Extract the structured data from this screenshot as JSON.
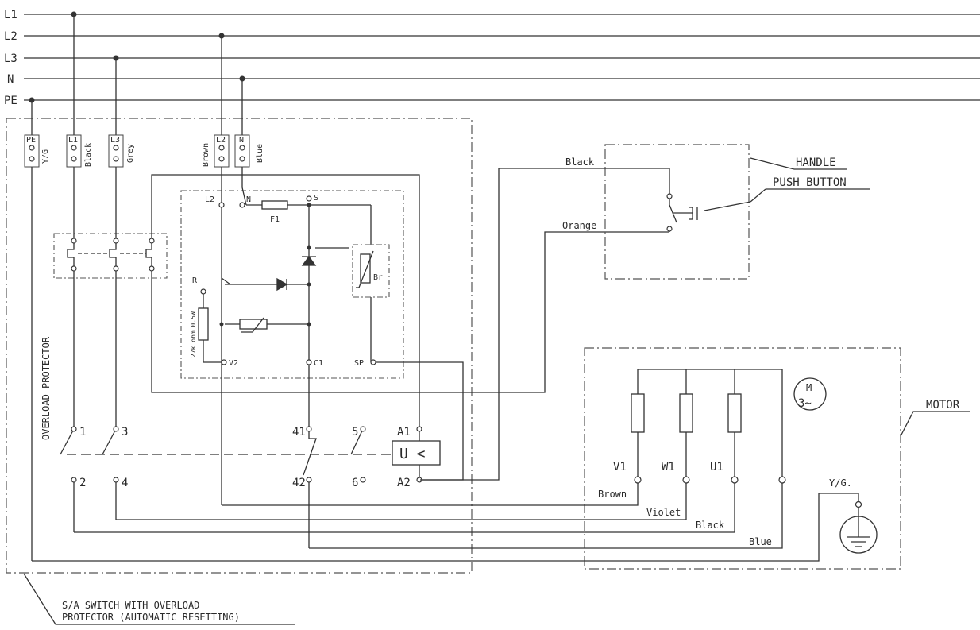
{
  "lines": {
    "L1": "L1",
    "L2": "L2",
    "L3": "L3",
    "N": "N",
    "PE": "PE"
  },
  "terminals": {
    "pe": {
      "label": "PE",
      "color": "Y/G"
    },
    "l1": {
      "label": "L1",
      "color": "Black"
    },
    "l3": {
      "label": "L3",
      "color": "Grey"
    },
    "l2": {
      "label": "L2",
      "color": "Brown"
    },
    "n": {
      "label": "N",
      "color": "Blue"
    }
  },
  "overload_protector": "OVERLOAD PROTECTOR",
  "contacts": {
    "t1": "1",
    "t3": "3",
    "t41": "41",
    "t5": "5",
    "tA1": "A1",
    "t2": "2",
    "t4": "4",
    "t42": "42",
    "t6": "6",
    "tA2": "A2"
  },
  "relay": "U <",
  "board": {
    "L2": "L2",
    "N": "N",
    "S": "S",
    "F1": "F1",
    "R": "R",
    "resistor": "27k ohm 0.5W",
    "V2": "V2",
    "C1": "C1",
    "SP": "SP",
    "Br": "Br"
  },
  "handle": {
    "title": "HANDLE",
    "push_button": "PUSH BUTTON",
    "wire_black": "Black",
    "wire_orange": "Orange"
  },
  "motor": {
    "title": "MOTOR",
    "symbol_m": "M",
    "symbol_phase": "3~",
    "V1": "V1",
    "W1": "W1",
    "U1": "U1",
    "yg": "Y/G.",
    "wire_brown": "Brown",
    "wire_violet": "Violet",
    "wire_black": "Black",
    "wire_blue": "Blue"
  },
  "caption": [
    "S/A SWITCH WITH OVERLOAD",
    "PROTECTOR (AUTOMATIC RESETTING)"
  ],
  "colors": {
    "ink": "#333333",
    "background": "#ffffff"
  }
}
